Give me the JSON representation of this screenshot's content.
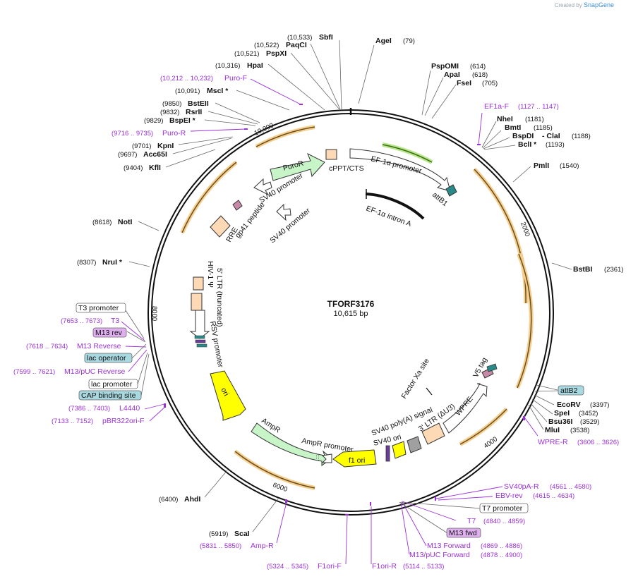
{
  "credit": {
    "prefix": "Created by",
    "brand": "SnapGene"
  },
  "plasmid": {
    "name": "TFORF3176",
    "length_label": "10,615 bp"
  },
  "colors": {
    "orf": "#e8a23c",
    "primer": "#9b30d9",
    "promoter_fill": "#ffffff",
    "puro_fill": "#c8f5c8",
    "ori_fill": "#ffff00",
    "ampr_fill": "#c8f5c8",
    "ltr_fill": "#fdd9b5",
    "backbone": "#111111"
  },
  "ticks": [
    "2000",
    "4000",
    "6000",
    "8000",
    "10,000"
  ],
  "enzymes": [
    {
      "name": "SbfI",
      "pos": "(10,533)"
    },
    {
      "name": "PaqCI",
      "pos": "(10,522)"
    },
    {
      "name": "PspXI",
      "pos": "(10,521)"
    },
    {
      "name": "HpaI",
      "pos": "(10,316)"
    },
    {
      "name": "MscI *",
      "pos": "(10,091)"
    },
    {
      "name": "BstEII",
      "pos": "(9850)"
    },
    {
      "name": "RsrII",
      "pos": "(9832)"
    },
    {
      "name": "BspEI *",
      "pos": "(9829)"
    },
    {
      "name": "KpnI",
      "pos": "(9701)"
    },
    {
      "name": "Acc65I",
      "pos": "(9697)"
    },
    {
      "name": "KflI",
      "pos": "(9404)"
    },
    {
      "name": "NotI",
      "pos": "(8618)"
    },
    {
      "name": "NruI *",
      "pos": "(8307)"
    },
    {
      "name": "AhdI",
      "pos": "(6400)"
    },
    {
      "name": "ScaI",
      "pos": "(5919)"
    },
    {
      "name": "AgeI",
      "pos": "(79)"
    },
    {
      "name": "PspOMI",
      "pos": "(614)"
    },
    {
      "name": "ApaI",
      "pos": "(618)"
    },
    {
      "name": "FseI",
      "pos": "(705)"
    },
    {
      "name": "NheI",
      "pos": "(1181)"
    },
    {
      "name": "BmtI",
      "pos": "(1185)"
    },
    {
      "name": "BspDI",
      "pos": "(1188)",
      "extra": "- ClaI"
    },
    {
      "name": "BclI *",
      "pos": "(1193)"
    },
    {
      "name": "PmlI",
      "pos": "(1540)"
    },
    {
      "name": "BstBI",
      "pos": "(2361)"
    },
    {
      "name": "EcoRV",
      "pos": "(3397)"
    },
    {
      "name": "SpeI",
      "pos": "(3452)"
    },
    {
      "name": "Bsu36I",
      "pos": "(3529)"
    },
    {
      "name": "MluI",
      "pos": "(3538)"
    }
  ],
  "primers": [
    {
      "name": "Puro-F",
      "range": "(10,212 .. 10,232)"
    },
    {
      "name": "Puro-R",
      "range": "(9716 .. 9735)"
    },
    {
      "name": "EF1a-F",
      "range": "(1127 .. 1147)"
    },
    {
      "name": "T3",
      "range": "(7653 .. 7673)"
    },
    {
      "name": "M13 Reverse",
      "range": "(7618 .. 7634)"
    },
    {
      "name": "M13/pUC Reverse",
      "range": "(7599 .. 7621)"
    },
    {
      "name": "L4440",
      "range": "(7386 .. 7403)"
    },
    {
      "name": "pBR322ori-F",
      "range": "(7133 .. 7152)"
    },
    {
      "name": "WPRE-R",
      "range": "(3606 .. 3626)"
    },
    {
      "name": "SV40pA-R",
      "range": "(4561 .. 4580)"
    },
    {
      "name": "EBV-rev",
      "range": "(4615 .. 4634)"
    },
    {
      "name": "T7",
      "range": "(4840 .. 4859)"
    },
    {
      "name": "M13 Forward",
      "range": "(4869 .. 4886)"
    },
    {
      "name": "M13/pUC Forward",
      "range": "(4878 .. 4900)"
    },
    {
      "name": "Amp-R",
      "range": "(5831 .. 5850)"
    },
    {
      "name": "F1ori-F",
      "range": "(5324 .. 5345)"
    },
    {
      "name": "F1ori-R",
      "range": "(5114 .. 5133)"
    }
  ],
  "boxed": [
    {
      "name": "T3 promoter"
    },
    {
      "name": "M13 rev"
    },
    {
      "name": "lac operator"
    },
    {
      "name": "lac promoter"
    },
    {
      "name": "CAP binding site"
    },
    {
      "name": "attB2"
    },
    {
      "name": "T7 promoter"
    },
    {
      "name": "M13 fwd"
    }
  ],
  "features": [
    "PuroR",
    "cPPT/CTS",
    "EF-1α promoter",
    "SV40 promoter",
    "attB1",
    "EF-1α intron A",
    "gp41 peptide",
    "RRE",
    "SV40 promoter",
    "HIV-1 Ψ",
    "5' LTR (truncated)",
    "RSV promoter",
    "Factor Xa site",
    "V5 tag",
    "WPRE",
    "3' LTR (ΔU3)",
    "SV40 poly(A) signal",
    "SV40 ori",
    "f1 ori",
    "AmpR promoter",
    "AmpR",
    "ori"
  ]
}
